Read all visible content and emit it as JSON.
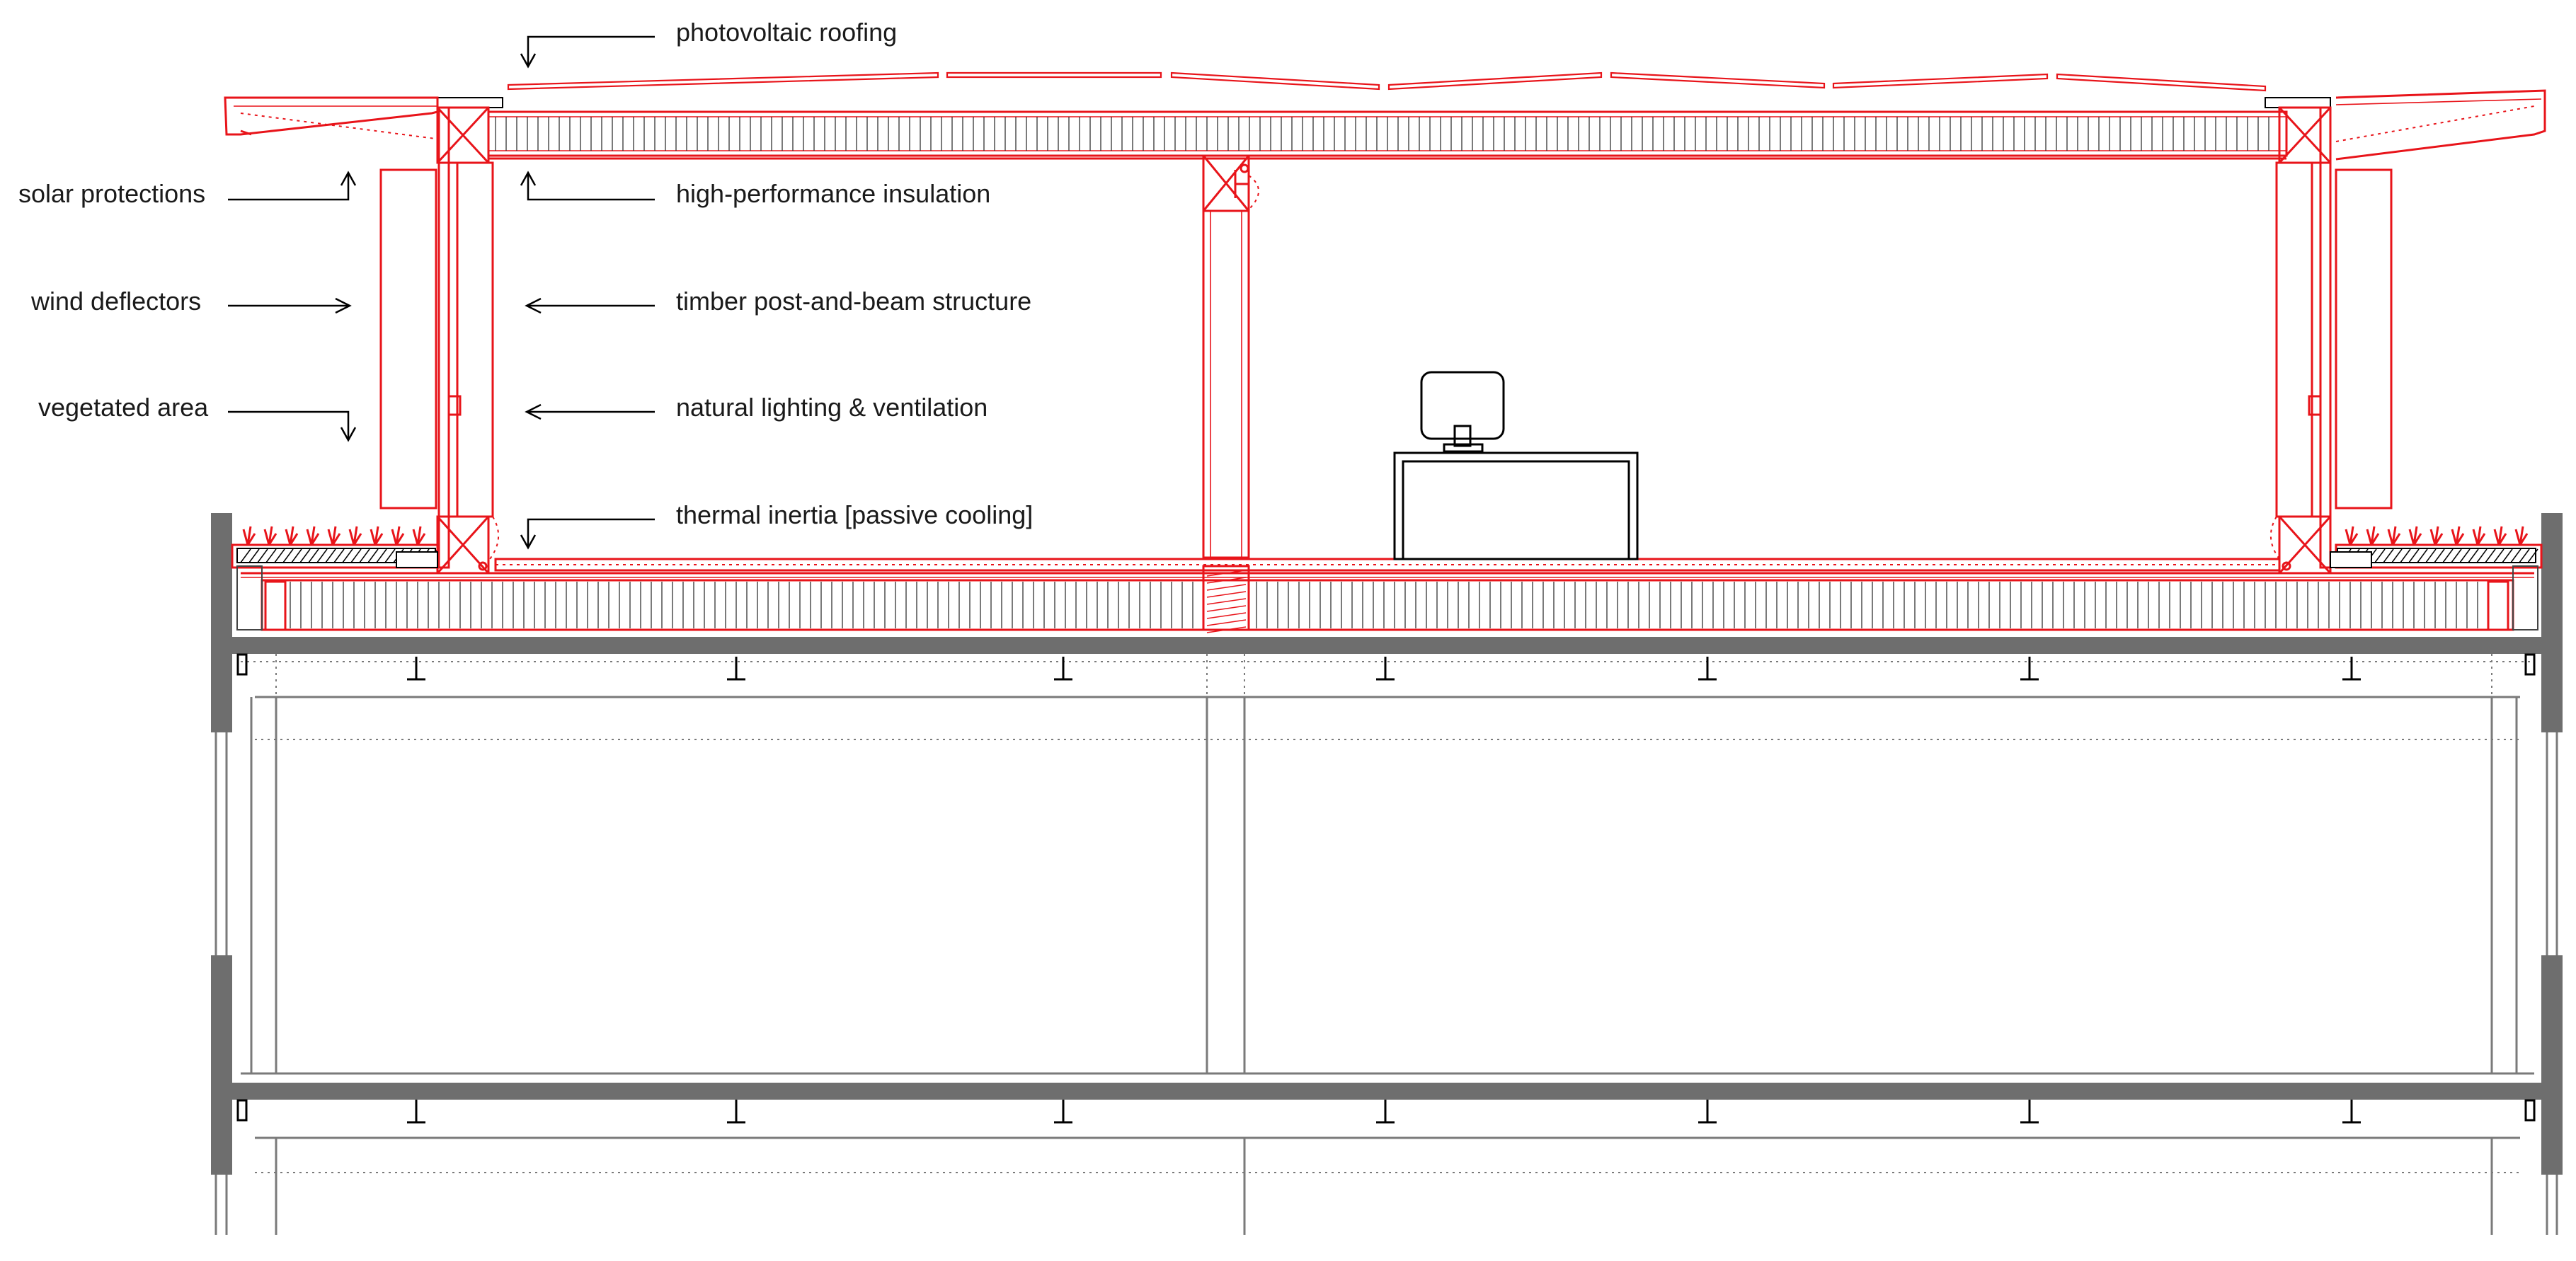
{
  "labels": {
    "left": {
      "solar_protections": "solar protections",
      "wind_deflectors": "wind deflectors",
      "vegetated_area": "vegetated area"
    },
    "right": {
      "photovoltaic_roofing": "photovoltaic roofing",
      "high_performance_insulation": "high-performance insulation",
      "timber_structure": "timber post-and-beam structure",
      "natural_lighting": "natural lighting & ventilation",
      "thermal_inertia": "thermal inertia [passive cooling]"
    }
  },
  "colors": {
    "new_construction": "#e8141a",
    "existing_structure": "#6e6e6e",
    "annotation": "#000000",
    "background": "#ffffff"
  }
}
